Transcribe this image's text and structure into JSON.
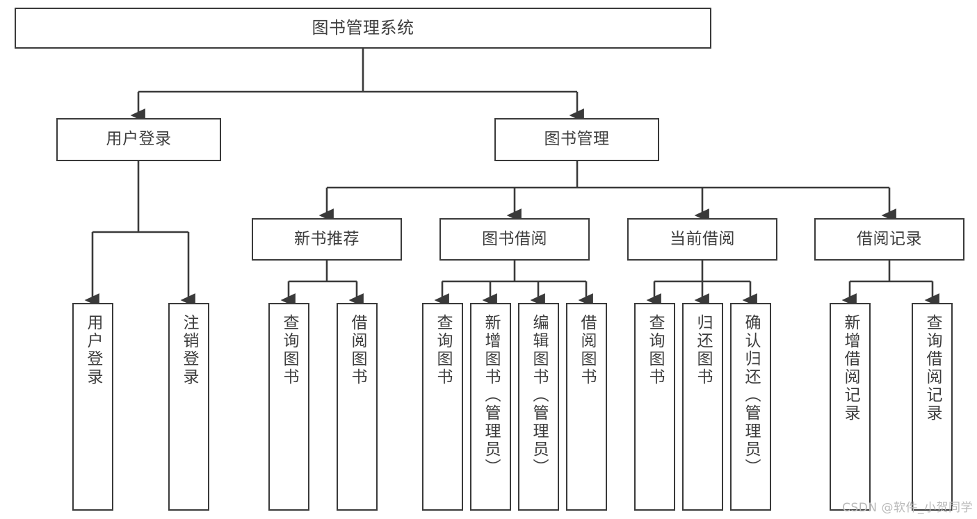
{
  "diagram": {
    "title": "图书管理系统",
    "watermark": "CSDN @软件_小贺同学",
    "line_color": "#3a3a3a",
    "text_color": "#3d3d3d",
    "background": "#ffffff",
    "nodes": {
      "root": "图书管理系统",
      "level2": {
        "user_login": "用户登录",
        "book_manage": "图书管理"
      },
      "level3": {
        "new_book_recommend": "新书推荐",
        "book_borrow": "图书借阅",
        "current_borrow": "当前借阅",
        "borrow_record": "借阅记录"
      },
      "leaves": {
        "user_login_1": "用户登录",
        "user_login_2": "注销登录",
        "recommend_1": "查询图书",
        "recommend_2": "借阅图书",
        "borrow_1": "查询图书",
        "borrow_2": "新增图书（管理员）",
        "borrow_3": "编辑图书（管理员）",
        "borrow_4": "借阅图书",
        "current_1": "查询图书",
        "current_2": "归还图书",
        "current_3": "确认归还（管理员）",
        "record_1": "新增借阅记录",
        "record_2": "查询借阅记录"
      }
    }
  }
}
